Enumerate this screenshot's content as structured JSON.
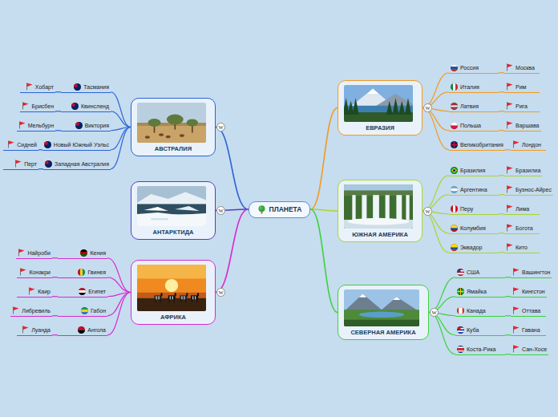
{
  "diagram": {
    "nodes": [
      {
        "text": [
          "ПЛАНЕТА"
        ]
      },
      {
        "text": [
          "ЕВРАЗИЯ"
        ]
      },
      {
        "text": [
          "Россия"
        ]
      },
      {
        "text": [
          "Москва"
        ]
      },
      {
        "text": [
          "Италия"
        ]
      },
      {
        "text": [
          "Рим"
        ]
      },
      {
        "text": [
          "Латвия"
        ]
      },
      {
        "text": [
          "Рига"
        ]
      },
      {
        "text": [
          "Польша"
        ]
      },
      {
        "text": [
          "Варшава"
        ]
      },
      {
        "text": [
          "Великобритания"
        ]
      },
      {
        "text": [
          "Лондон"
        ]
      },
      {
        "text": [
          "ЮЖНАЯ АМЕРИКА"
        ]
      },
      {
        "text": [
          "Бразилия"
        ]
      },
      {
        "text": [
          "Бразилиа"
        ]
      },
      {
        "text": [
          "Аргентина"
        ]
      },
      {
        "text": [
          "Буэнос-Айрес"
        ]
      },
      {
        "text": [
          "Перу"
        ]
      },
      {
        "text": [
          "Лима"
        ]
      },
      {
        "text": [
          "Колумбия"
        ]
      },
      {
        "text": [
          "Богота"
        ]
      },
      {
        "text": [
          "Эквадор"
        ]
      },
      {
        "text": [
          "Кито"
        ]
      },
      {
        "text": [
          "СЕВЕРНАЯ АМЕРИКА"
        ]
      },
      {
        "text": [
          "США"
        ]
      },
      {
        "text": [
          "Вашингтон"
        ]
      },
      {
        "text": [
          "Ямайка"
        ]
      },
      {
        "text": [
          "Кингстон"
        ]
      },
      {
        "text": [
          "Канада"
        ]
      },
      {
        "text": [
          "Оттава"
        ]
      },
      {
        "text": [
          "Куба"
        ]
      },
      {
        "text": [
          "Гавана"
        ]
      },
      {
        "text": [
          "Коста-Рика"
        ]
      },
      {
        "text": [
          "Сан-Хосе"
        ]
      },
      {
        "text": [
          "АВСТРАЛИЯ"
        ]
      },
      {
        "text": [
          "Тасмания"
        ]
      },
      {
        "text": [
          "Хобарт"
        ]
      },
      {
        "text": [
          "Квинсленд"
        ]
      },
      {
        "text": [
          "Брисбен"
        ]
      },
      {
        "text": [
          "Виктория"
        ]
      },
      {
        "text": [
          "Мельбурн"
        ]
      },
      {
        "text": [
          "Новый Южный Уэльс"
        ]
      },
      {
        "text": [
          "Сидней"
        ]
      },
      {
        "text": [
          "Западная Австралия"
        ]
      },
      {
        "text": [
          "Перт"
        ]
      },
      {
        "text": [
          "АНТАРКТИДА"
        ]
      },
      {
        "text": [
          "АФРИКА"
        ]
      },
      {
        "text": [
          "Кения"
        ]
      },
      {
        "text": [
          "Найроби"
        ]
      },
      {
        "text": [
          "Гвинея"
        ]
      },
      {
        "text": [
          "Конакри"
        ]
      },
      {
        "text": [
          "Египет"
        ]
      },
      {
        "text": [
          "Каир"
        ]
      },
      {
        "text": [
          "Габон"
        ]
      },
      {
        "text": [
          "Либревиль"
        ]
      },
      {
        "text": [
          "Ангола"
        ]
      },
      {
        "text": [
          "Луанда"
        ]
      }
    ],
    "edges": [
      {
        "from": 0,
        "to": 1,
        "arrow": "none"
      },
      {
        "from": 0,
        "to": 12,
        "arrow": "none"
      },
      {
        "from": 0,
        "to": 23,
        "arrow": "none"
      },
      {
        "from": 0,
        "to": 34,
        "arrow": "none"
      },
      {
        "from": 0,
        "to": 45,
        "arrow": "none"
      },
      {
        "from": 0,
        "to": 46,
        "arrow": "none"
      },
      {
        "from": 1,
        "to": 2,
        "arrow": "none"
      },
      {
        "from": 2,
        "to": 3,
        "arrow": "none"
      },
      {
        "from": 1,
        "to": 4,
        "arrow": "none"
      },
      {
        "from": 4,
        "to": 5,
        "arrow": "none"
      },
      {
        "from": 1,
        "to": 6,
        "arrow": "none"
      },
      {
        "from": 6,
        "to": 7,
        "arrow": "none"
      },
      {
        "from": 1,
        "to": 8,
        "arrow": "none"
      },
      {
        "from": 8,
        "to": 9,
        "arrow": "none"
      },
      {
        "from": 1,
        "to": 10,
        "arrow": "none"
      },
      {
        "from": 10,
        "to": 11,
        "arrow": "none"
      },
      {
        "from": 12,
        "to": 13,
        "arrow": "none"
      },
      {
        "from": 13,
        "to": 14,
        "arrow": "none"
      },
      {
        "from": 12,
        "to": 15,
        "arrow": "none"
      },
      {
        "from": 15,
        "to": 16,
        "arrow": "none"
      },
      {
        "from": 12,
        "to": 17,
        "arrow": "none"
      },
      {
        "from": 17,
        "to": 18,
        "arrow": "none"
      },
      {
        "from": 12,
        "to": 19,
        "arrow": "none"
      },
      {
        "from": 19,
        "to": 20,
        "arrow": "none"
      },
      {
        "from": 12,
        "to": 21,
        "arrow": "none"
      },
      {
        "from": 21,
        "to": 22,
        "arrow": "none"
      },
      {
        "from": 23,
        "to": 24,
        "arrow": "none"
      },
      {
        "from": 24,
        "to": 25,
        "arrow": "none"
      },
      {
        "from": 23,
        "to": 26,
        "arrow": "none"
      },
      {
        "from": 26,
        "to": 27,
        "arrow": "none"
      },
      {
        "from": 23,
        "to": 28,
        "arrow": "none"
      },
      {
        "from": 28,
        "to": 29,
        "arrow": "none"
      },
      {
        "from": 23,
        "to": 30,
        "arrow": "none"
      },
      {
        "from": 30,
        "to": 31,
        "arrow": "none"
      },
      {
        "from": 23,
        "to": 32,
        "arrow": "none"
      },
      {
        "from": 32,
        "to": 33,
        "arrow": "none"
      },
      {
        "from": 34,
        "to": 35,
        "arrow": "none"
      },
      {
        "from": 35,
        "to": 36,
        "arrow": "none"
      },
      {
        "from": 34,
        "to": 37,
        "arrow": "none"
      },
      {
        "from": 37,
        "to": 38,
        "arrow": "none"
      },
      {
        "from": 34,
        "to": 39,
        "arrow": "none"
      },
      {
        "from": 39,
        "to": 40,
        "arrow": "none"
      },
      {
        "from": 34,
        "to": 41,
        "arrow": "none"
      },
      {
        "from": 41,
        "to": 42,
        "arrow": "none"
      },
      {
        "from": 34,
        "to": 43,
        "arrow": "none"
      },
      {
        "from": 43,
        "to": 44,
        "arrow": "none"
      },
      {
        "from": 46,
        "to": 47,
        "arrow": "none"
      },
      {
        "from": 47,
        "to": 48,
        "arrow": "none"
      },
      {
        "from": 46,
        "to": 49,
        "arrow": "none"
      },
      {
        "from": 49,
        "to": 50,
        "arrow": "none"
      },
      {
        "from": 46,
        "to": 51,
        "arrow": "none"
      },
      {
        "from": 51,
        "to": 52,
        "arrow": "none"
      },
      {
        "from": 46,
        "to": 53,
        "arrow": "none"
      },
      {
        "from": 53,
        "to": 54,
        "arrow": "none"
      },
      {
        "from": 46,
        "to": 55,
        "arrow": "none"
      },
      {
        "from": 55,
        "to": 56,
        "arrow": "none"
      }
    ],
    "labels": [
      "W",
      "W",
      "W",
      "W",
      "W",
      "W"
    ]
  }
}
